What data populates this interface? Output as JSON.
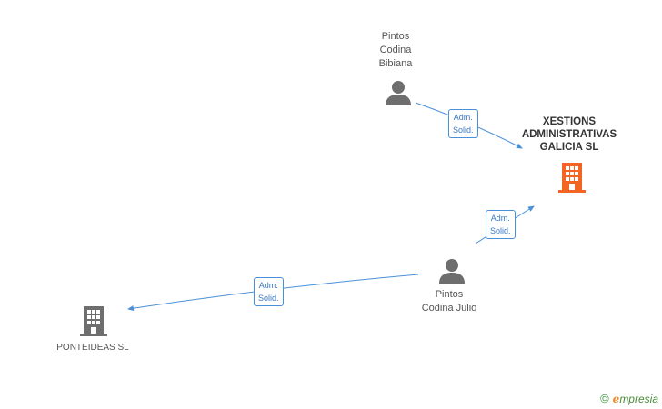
{
  "nodes": {
    "bibiana": {
      "label": "Pintos\nCodina\nBibiana",
      "type": "person"
    },
    "xestions": {
      "label": "XESTIONS\nADMINISTRATIVAS\nGALICIA SL",
      "type": "company-main"
    },
    "julio": {
      "label": "Pintos\nCodina Julio",
      "type": "person"
    },
    "ponteideas": {
      "label": "PONTEIDEAS SL",
      "type": "company"
    }
  },
  "edges": [
    {
      "from": "bibiana",
      "to": "xestions",
      "label_line1": "Adm.",
      "label_line2": "Solid."
    },
    {
      "from": "julio",
      "to": "xestions",
      "label_line1": "Adm.",
      "label_line2": "Solid."
    },
    {
      "from": "julio",
      "to": "ponteideas",
      "label_line1": "Adm.",
      "label_line2": "Solid."
    }
  ],
  "colors": {
    "edge": "#4a90d9",
    "person_icon": "#6e6e6e",
    "company_icon": "#6e6e6e",
    "main_company_icon": "#f26522"
  },
  "watermark": {
    "copyright": "©",
    "brand_e": "e",
    "brand_rest": "mpresia"
  }
}
